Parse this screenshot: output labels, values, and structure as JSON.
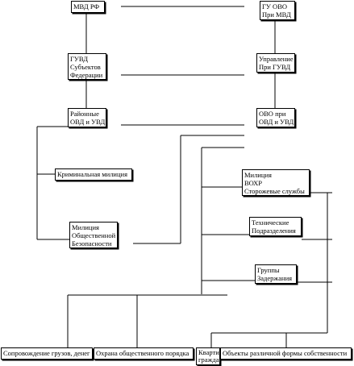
{
  "diagram": {
    "nodes": {
      "mvd_rf": {
        "lines": [
          "МВД РФ"
        ]
      },
      "gu_ovo": {
        "lines": [
          "ГУ ОВО",
          "При МВД"
        ]
      },
      "guvd_subjects": {
        "lines": [
          "ГУВД",
          "Субъектов",
          "Федерации"
        ]
      },
      "upravlenie": {
        "lines": [
          "Управление",
          "При ГУВД"
        ]
      },
      "rayonnye_ovd": {
        "lines": [
          "Районные",
          "ОВД и УВД"
        ]
      },
      "ovo_pri_ovd": {
        "lines": [
          "ОВО при",
          "ОВД и УВД"
        ]
      },
      "criminal_militia": {
        "lines": [
          "Криминальная милиция"
        ]
      },
      "public_security_militia": {
        "lines": [
          "Милиция",
          "Общественной",
          "Безопасности"
        ]
      },
      "militia_vokhr": {
        "lines": [
          "Милиция",
          "ВОХР",
          "Сторожевые службы"
        ]
      },
      "technical_units": {
        "lines": [
          "Технические",
          "Подразделения"
        ]
      },
      "detention_groups": {
        "lines": [
          "Группы",
          "Задержания"
        ]
      },
      "cargo_escort": {
        "lines": [
          "Сопровождение грузов, денег"
        ]
      },
      "public_order": {
        "lines": [
          "Охрана общественного порядка"
        ]
      },
      "apartments": {
        "lines": [
          "Кварти",
          "граждан"
        ]
      },
      "property_objects": {
        "lines": [
          "Объекты различной формы собственности"
        ]
      }
    }
  }
}
